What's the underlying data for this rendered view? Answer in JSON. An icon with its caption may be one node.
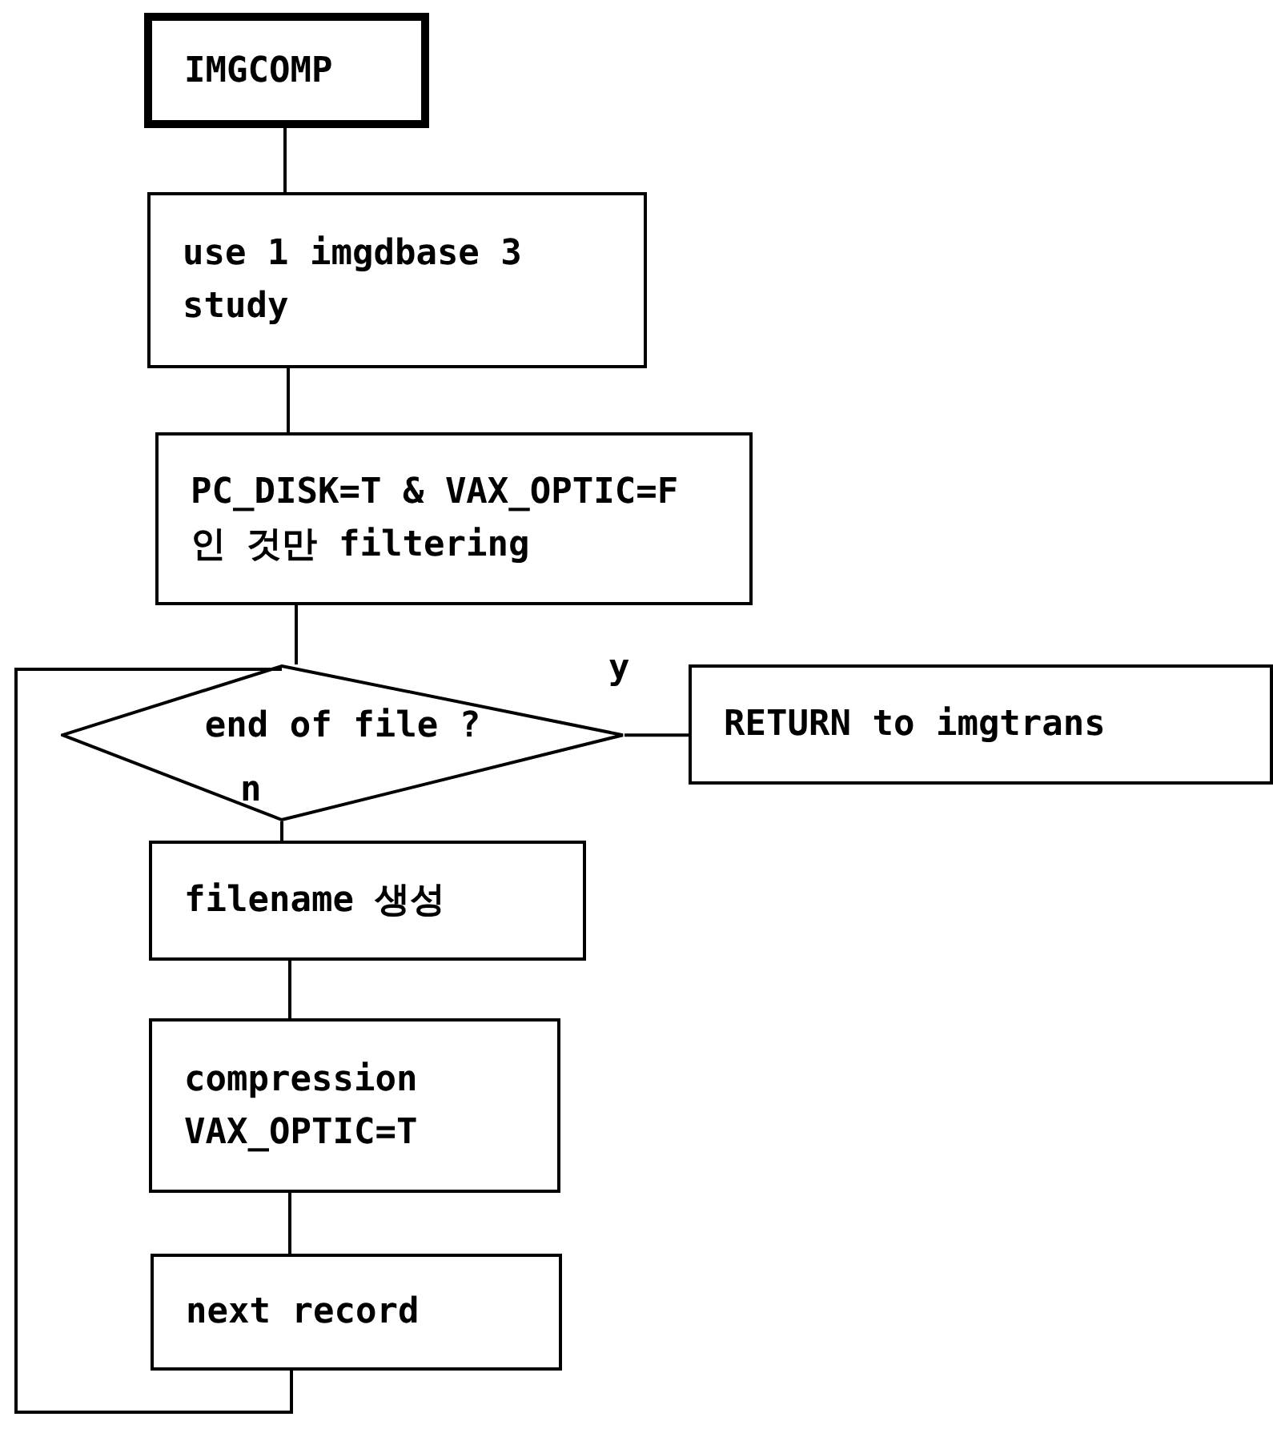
{
  "diagram": {
    "nodes": [
      {
        "text": [
          "IMGCOMP"
        ]
      },
      {
        "text": [
          "use 1 imgdbase 3 study"
        ]
      },
      {
        "text": [
          "PC_DISK=T & VAX_OPTIC=F 인 것만 filtering"
        ]
      },
      {
        "text": [
          "end of file ?"
        ]
      },
      {
        "text": [
          "RETURN to imgtrans"
        ]
      },
      {
        "text": [
          "filename 생성"
        ]
      },
      {
        "text": [
          "compression VAX_OPTIC=T"
        ]
      },
      {
        "text": [
          "next record"
        ]
      }
    ],
    "edges": [
      {
        "from": 0,
        "to": 1,
        "arrow": "none"
      },
      {
        "from": 1,
        "to": 2,
        "arrow": "none"
      },
      {
        "from": 2,
        "to": 3,
        "arrow": "none"
      },
      {
        "from": 3,
        "to": 4,
        "arrow": "none",
        "label": "y"
      },
      {
        "from": 3,
        "to": 5,
        "arrow": "none",
        "label": "n"
      },
      {
        "from": 5,
        "to": 6,
        "arrow": "none"
      },
      {
        "from": 6,
        "to": 7,
        "arrow": "none"
      },
      {
        "from": 7,
        "to": 3,
        "arrow": "none"
      }
    ]
  }
}
